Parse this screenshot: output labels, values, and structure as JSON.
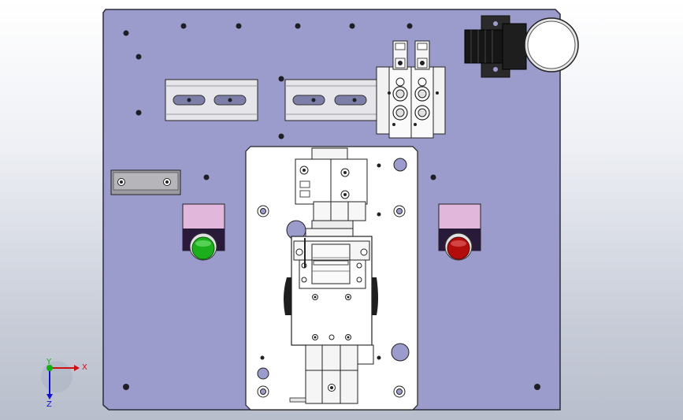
{
  "viewport": {
    "background_top": "#ffffff",
    "background_bottom": "#b8becb"
  },
  "colors": {
    "plate": "#9c9ccc",
    "plate_edge": "#2c2c3c",
    "hole": "#1e1e24",
    "sub_plate": "#ffffff",
    "rail": "#e6e6ea",
    "slot": "#7e7fa8",
    "valve_body": "#f2f2f2",
    "button_housing": "#e2b7dc",
    "button_green": "#1bb01b",
    "button_red": "#b20c0c",
    "bracket": "#9a9aa0",
    "regulator_dark": "#1a1a1a"
  },
  "components": {
    "base_plate": "base-plate",
    "din_rail_left": "din-rail-left",
    "din_rail_right": "din-rail-right",
    "solenoid_valve_bank": "solenoid-valve-bank",
    "pressure_regulator": "pressure-regulator",
    "mounting_bracket": "mounting-bracket",
    "start_button": "start-button-green",
    "stop_button": "stop-button-red",
    "slide_plate": "slide-plate",
    "cylinder_assembly": "cylinder-assembly",
    "clamp_fixture": "clamp-fixture"
  },
  "triad": {
    "x_label": "X",
    "y_label": "Y",
    "z_label": "Z",
    "x_color": "#d01010",
    "y_color": "#10b010",
    "z_color": "#1010d0"
  }
}
